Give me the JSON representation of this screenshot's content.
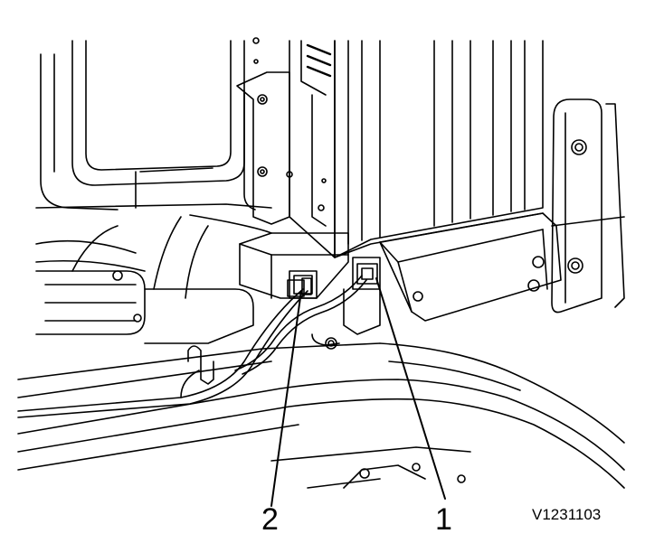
{
  "figure": {
    "id": "V1231103",
    "callouts": [
      {
        "number": "2"
      },
      {
        "number": "1"
      }
    ]
  }
}
